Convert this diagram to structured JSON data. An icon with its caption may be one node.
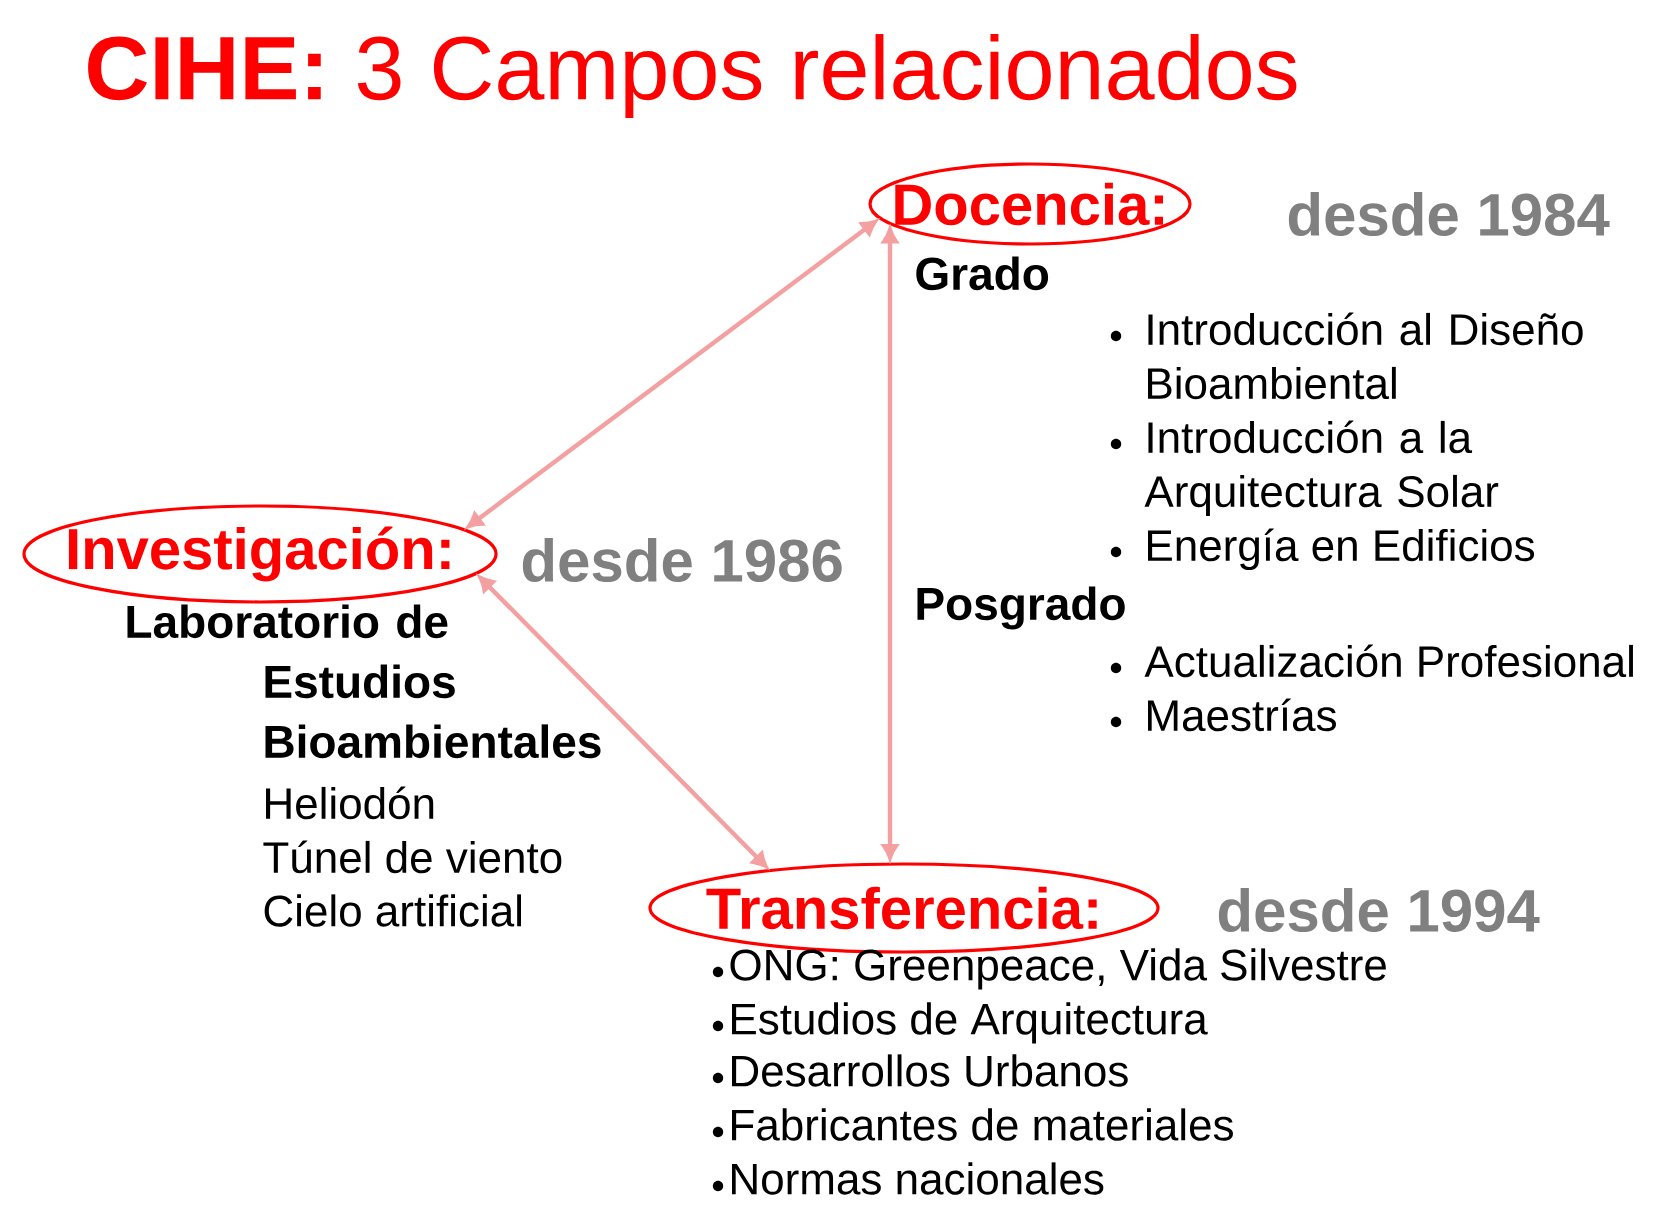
{
  "diagram": {
    "title": "**CIHE:** 3 Campos relacionados",
    "nodes": [
      {
        "text": [
          "Docencia:"
        ],
        "beside": [
          "desde 1984"
        ]
      },
      {
        "text": [
          "Investigación:"
        ],
        "beside": [
          "desde 1986"
        ]
      },
      {
        "text": [
          "Transferencia:"
        ],
        "beside": [
          "desde 1994"
        ]
      }
    ],
    "edges": [
      {
        "from": 0,
        "to": 1,
        "arrow": "both"
      },
      {
        "from": 1,
        "to": 2,
        "arrow": "both"
      },
      {
        "from": 0,
        "to": 2,
        "arrow": "both"
      }
    ],
    "labels": [
      "Grado",
      "Introducción al Diseño Bioambiental",
      "Introducción a la Arquitectura Solar",
      "Energía en Edificios",
      "Posgrado",
      "Actualización Profesional",
      "Maestrías",
      "Laboratorio de Estudios Bioambientales",
      "Heliodón",
      "Túnel de viento",
      "Cielo artificial",
      "ONG: Greenpeace, Vida Silvestre",
      "Estudios de Arquitectura",
      "Desarrollos Urbanos",
      "Fabricantes de materiales",
      "Normas nacionales"
    ]
  }
}
